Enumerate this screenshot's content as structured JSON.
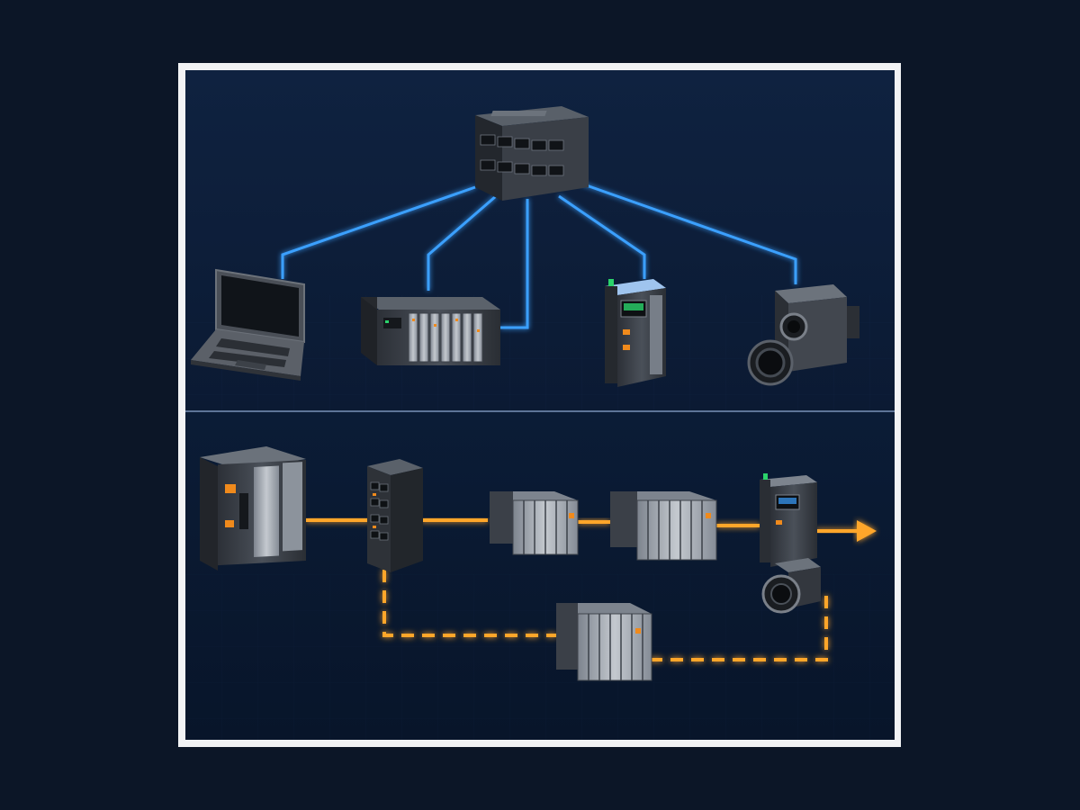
{
  "diagram": {
    "colors": {
      "page_background": "#0c1627",
      "frame": "#f2f3f5",
      "panel_top": "#0f2240",
      "panel_bottom": "#0a1a33",
      "star_link": "#3aa0ff",
      "ring_link": "#ffa62b",
      "device_body": "#3b4048",
      "device_light": "#9aa1ab",
      "led_green": "#2bd36b",
      "led_orange": "#f08a1c"
    },
    "top_panel": {
      "topology": "star",
      "hub": "ethernet-switch",
      "devices": [
        "laptop-icon",
        "plc-rack-icon",
        "io-module-icon",
        "industrial-camera-icon"
      ],
      "link_count": 5,
      "link_style": "solid"
    },
    "bottom_panel": {
      "topology": "line-with-redundant-ring",
      "devices": [
        "controller-icon",
        "managed-switch-icon",
        "io-block-icon",
        "io-block-icon",
        "drive-module-icon",
        "camera-icon",
        "io-block-icon"
      ],
      "main_link_style": "solid",
      "ring_link_style": "dashed",
      "flow_direction": "right"
    }
  }
}
